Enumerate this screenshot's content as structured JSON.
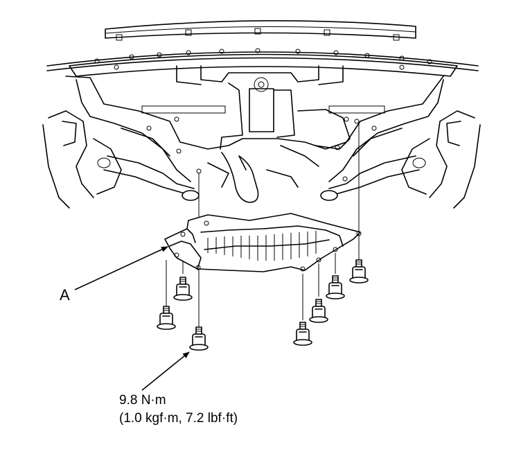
{
  "callouts": {
    "part_a": "A",
    "torque_line1": "9.8 N·m",
    "torque_line2": "(1.0 kgf·m, 7.2 lbf·ft)"
  },
  "colors": {
    "line": "#000000",
    "background": "#ffffff"
  }
}
